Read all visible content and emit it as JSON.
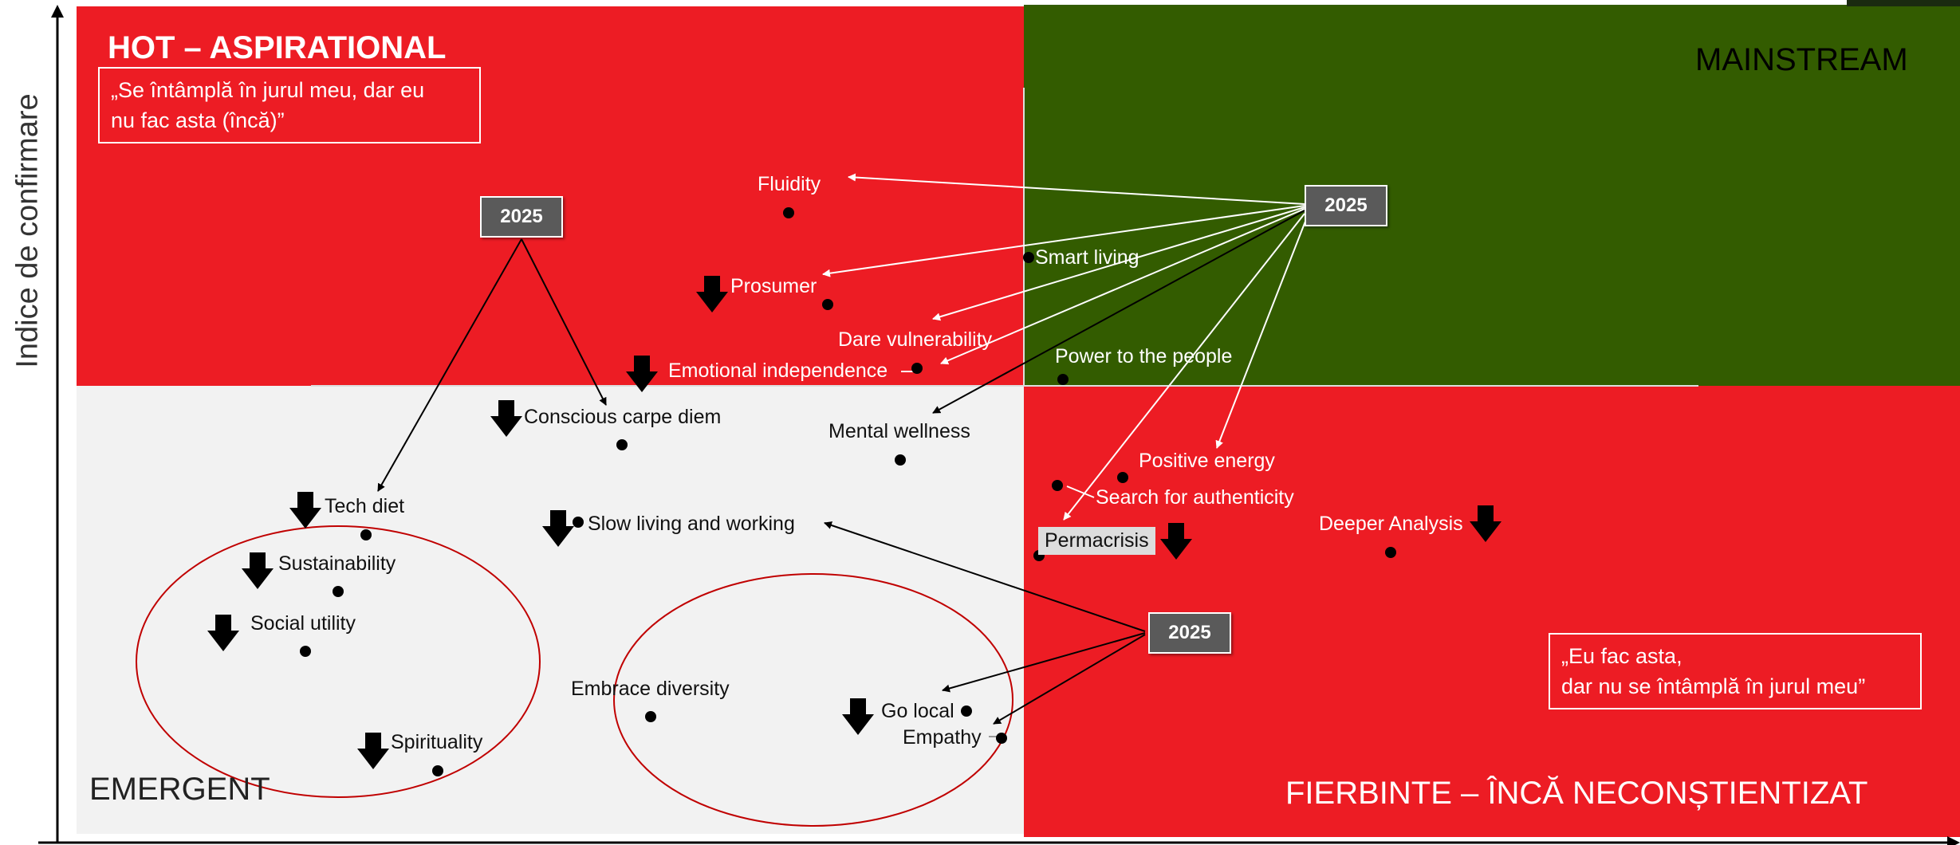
{
  "axes": {
    "y_label": "Indice de confirmare"
  },
  "quadrants": {
    "hot": {
      "title": "HOT – ASPIRATIONAL",
      "quote_line1": "„Se întâmplă în jurul meu, dar eu",
      "quote_line2": "nu fac asta (încă)”",
      "color": "#ED1C24"
    },
    "mainstream": {
      "title": "MAINSTREAM",
      "color": "#335C00"
    },
    "emergent": {
      "title": "EMERGENT",
      "color": "#F2F2F2"
    },
    "fierbinte": {
      "title": "FIERBINTE – ÎNCĂ NECONȘTIENTIZAT",
      "quote_line1": "„Eu fac asta,",
      "quote_line2": "dar nu se întâmplă în jurul meu”",
      "color": "#ED1C24"
    }
  },
  "badges": {
    "hot": "2025",
    "mainstream": "2025",
    "fierbinte": "2025"
  },
  "trends": {
    "fluidity": "Fluidity",
    "prosumer": "Prosumer",
    "smart_living": "Smart living",
    "dare_vulnerability": "Dare vulnerability",
    "emotional_independence": "Emotional independence",
    "power_to_the_people": "Power to the people",
    "conscious_carpe_diem": "Conscious carpe diem",
    "mental_wellness": "Mental wellness",
    "positive_energy": "Positive energy",
    "search_for_authenticity": "Search for authenticity",
    "tech_diet": "Tech diet",
    "slow_living": "Slow living and working",
    "permacrisis": "Permacrisis",
    "deeper_analysis": "Deeper Analysis",
    "sustainability": "Sustainability",
    "social_utility": "Social utility",
    "embrace_diversity": "Embrace diversity",
    "go_local": "Go local",
    "empathy": "Empathy",
    "spirituality": "Spirituality"
  },
  "colors": {
    "arrow_down": "#000000",
    "ellipse": "#C00000"
  }
}
